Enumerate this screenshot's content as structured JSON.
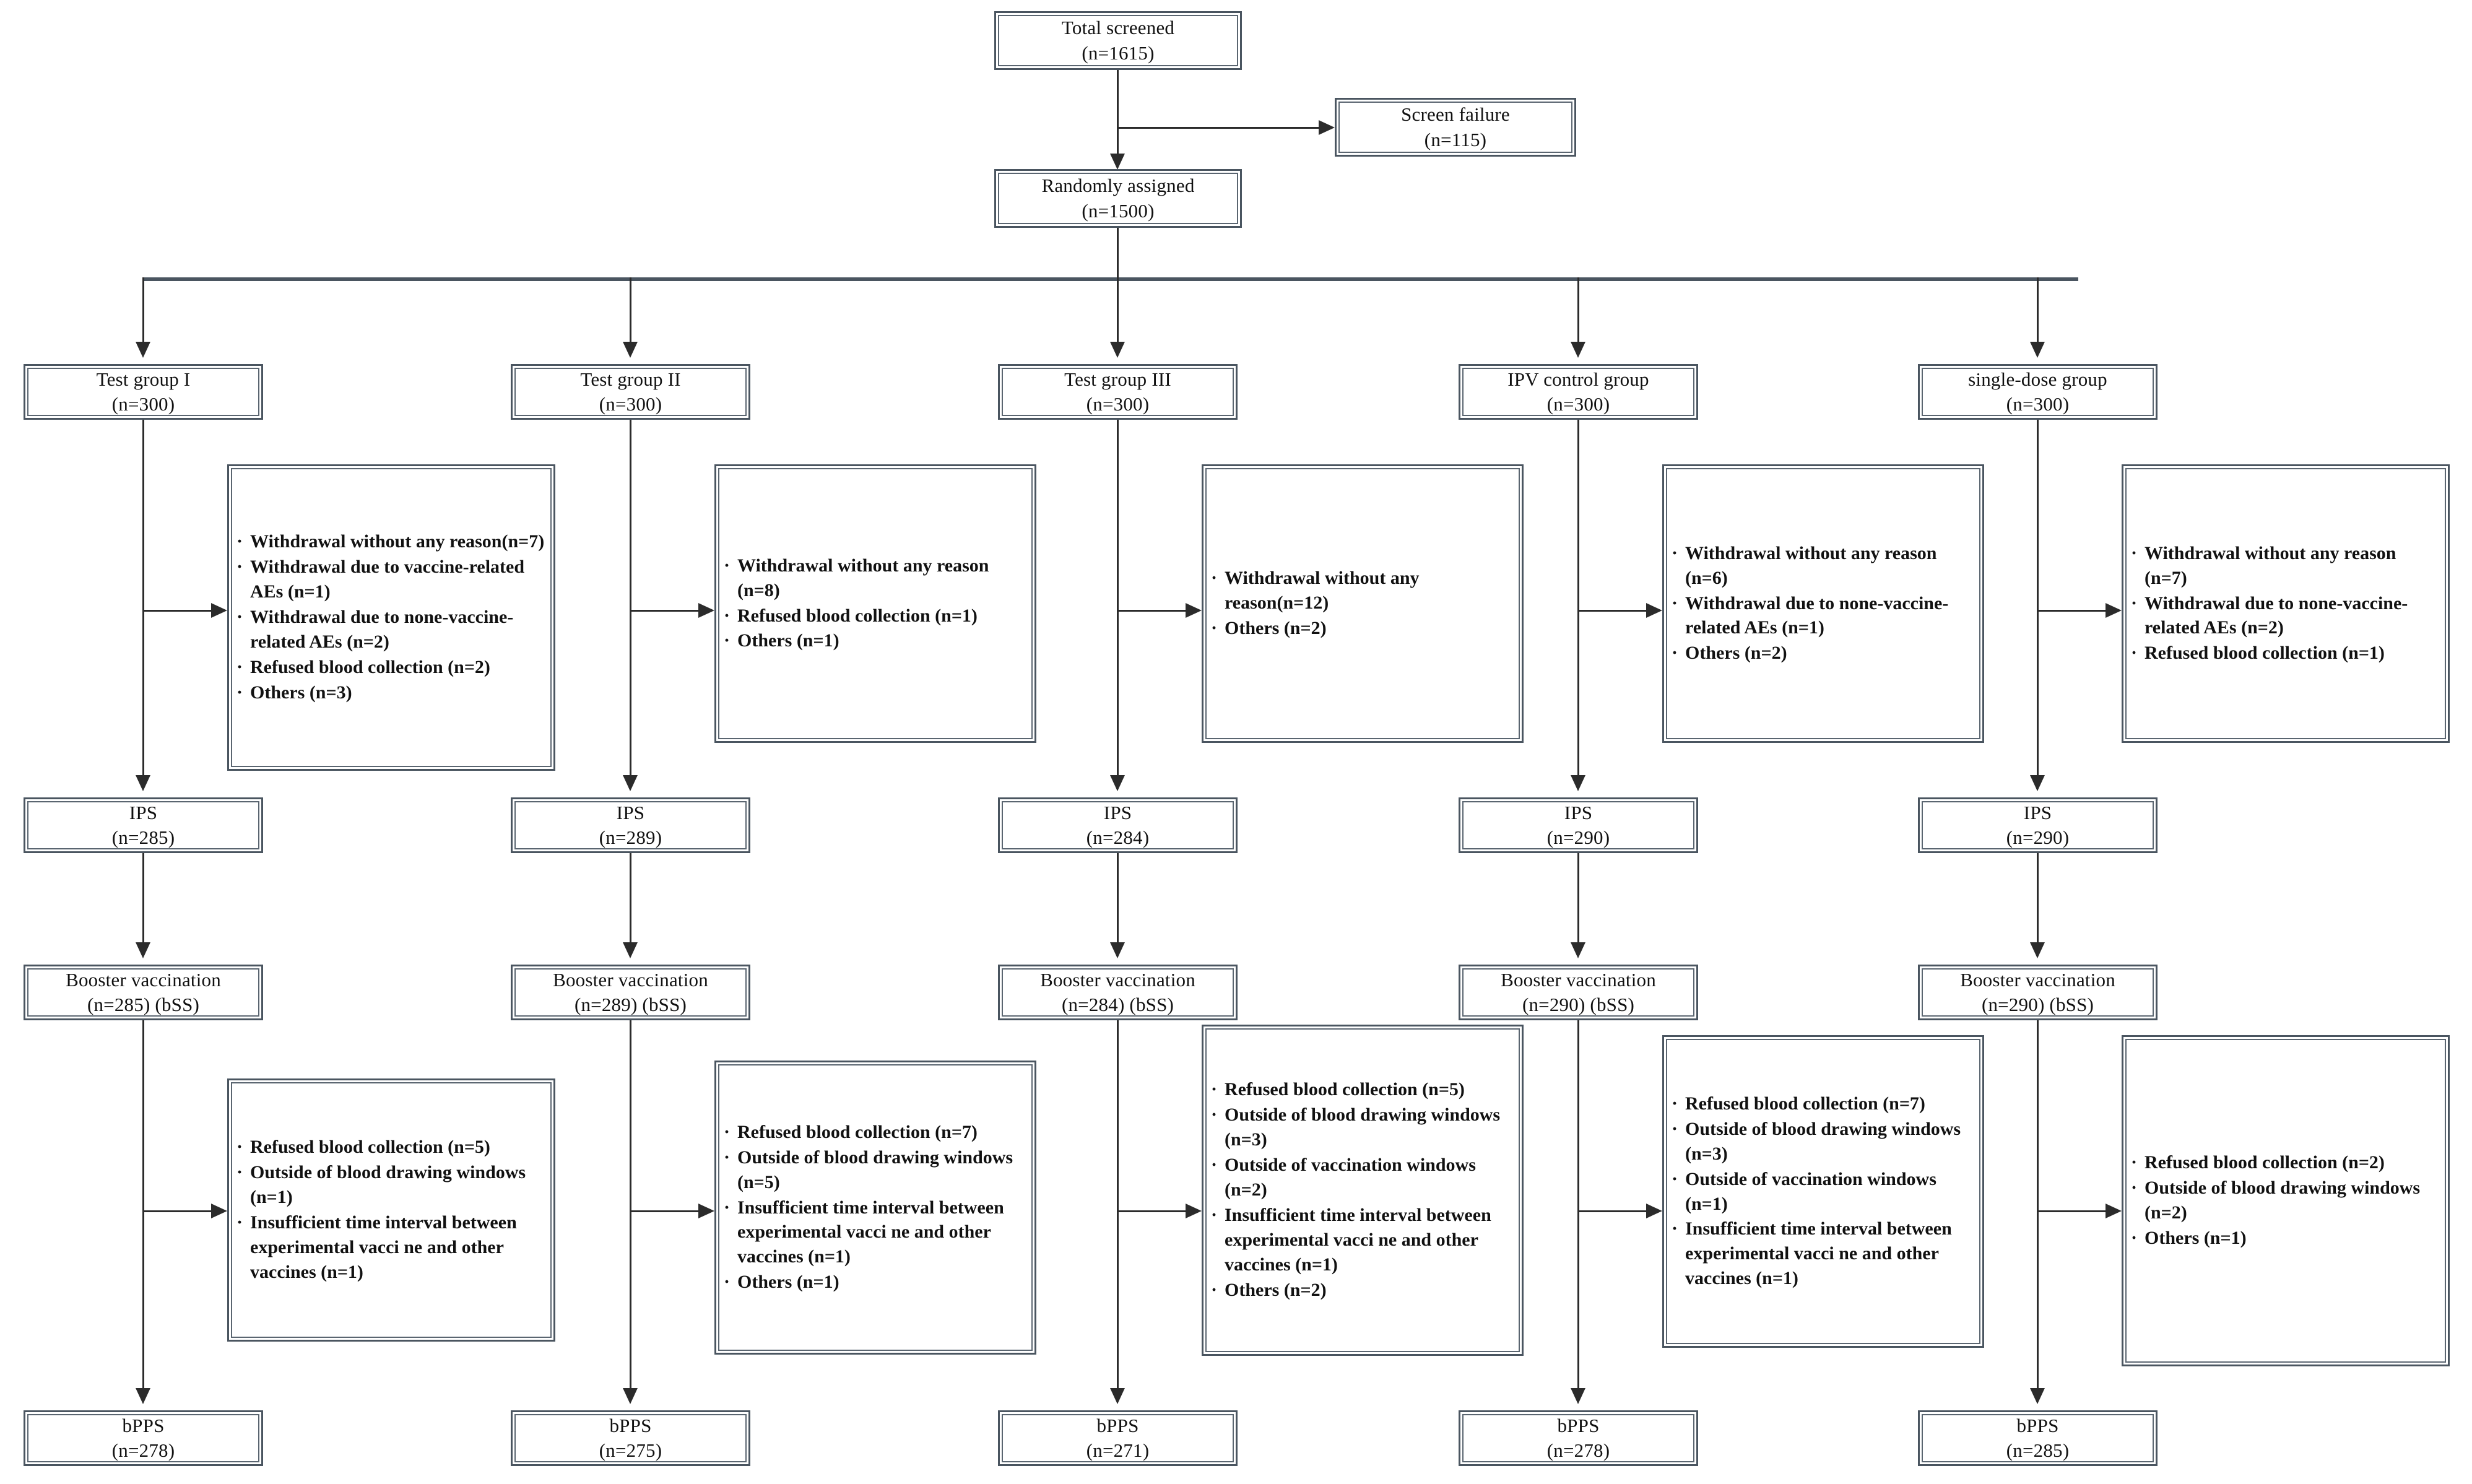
{
  "diagram": {
    "title": "Participant flow diagram",
    "type": "consort-flow-diagram",
    "colors": {
      "box_border": "#4a5560",
      "line": "#2b2b2b",
      "text": "#111111",
      "background": "#ffffff"
    }
  },
  "top": {
    "screened": {
      "label": "Total screened",
      "count": "(n=1615)"
    },
    "failure": {
      "label": "Screen failure",
      "count": "(n=115)"
    },
    "randomized": {
      "label": "Randomly assigned",
      "count": "(n=1500)"
    }
  },
  "arms": [
    {
      "group": {
        "label": "Test group I",
        "count": "(n=300)"
      },
      "ips": {
        "label": "IPS",
        "count": "(n=285)"
      },
      "booster": {
        "label": "Booster vaccination",
        "count": "(n=285) (bSS)"
      },
      "bpps": {
        "label": "bPPS",
        "count": "(n=278)"
      },
      "dropout1": [
        "Withdrawal without any reason(n=7)",
        "Withdrawal due to vaccine-related AEs (n=1)",
        "Withdrawal due to none-vaccine-related AEs (n=2)",
        "Refused blood collection (n=2)",
        "Others (n=3)"
      ],
      "dropout2": [
        "Refused blood collection (n=5)",
        "Outside of blood drawing windows (n=1)",
        "Insufficient time interval between experimental vacci ne and other vaccines (n=1)"
      ]
    },
    {
      "group": {
        "label": "Test group II",
        "count": "(n=300)"
      },
      "ips": {
        "label": "IPS",
        "count": "(n=289)"
      },
      "booster": {
        "label": "Booster vaccination",
        "count": "(n=289) (bSS)"
      },
      "bpps": {
        "label": "bPPS",
        "count": "(n=275)"
      },
      "dropout1": [
        "Withdrawal without any reason (n=8)",
        "Refused blood collection (n=1)",
        "Others (n=1)"
      ],
      "dropout2": [
        "Refused blood collection (n=7)",
        "Outside of blood drawing windows (n=5)",
        "Insufficient time interval between experimental vacci ne and other vaccines (n=1)",
        "Others (n=1)"
      ]
    },
    {
      "group": {
        "label": "Test group III",
        "count": "(n=300)"
      },
      "ips": {
        "label": "IPS",
        "count": "(n=284)"
      },
      "booster": {
        "label": "Booster vaccination",
        "count": "(n=284) (bSS)"
      },
      "bpps": {
        "label": "bPPS",
        "count": "(n=271)"
      },
      "dropout1": [
        "Withdrawal without any reason(n=12)",
        "Others (n=2)"
      ],
      "dropout2": [
        "Refused blood collection (n=5)",
        "Outside of blood drawing windows (n=3)",
        "Outside of vaccination windows (n=2)",
        "Insufficient time interval between experimental vacci ne and other vaccines (n=1)",
        "Others (n=2)"
      ]
    },
    {
      "group": {
        "label": "IPV control group",
        "count": "(n=300)"
      },
      "ips": {
        "label": "IPS",
        "count": "(n=290)"
      },
      "booster": {
        "label": "Booster vaccination",
        "count": "(n=290) (bSS)"
      },
      "bpps": {
        "label": "bPPS",
        "count": "(n=278)"
      },
      "dropout1": [
        "Withdrawal without any reason (n=6)",
        "Withdrawal due to none-vaccine-related AEs (n=1)",
        "Others (n=2)"
      ],
      "dropout2": [
        "Refused blood collection (n=7)",
        "Outside of blood drawing windows (n=3)",
        "Outside of vaccination windows (n=1)",
        "Insufficient time interval between experimental vacci ne and other vaccines (n=1)"
      ]
    },
    {
      "group": {
        "label": "single-dose group",
        "count": "(n=300)"
      },
      "ips": {
        "label": "IPS",
        "count": "(n=290)"
      },
      "booster": {
        "label": "Booster vaccination",
        "count": "(n=290) (bSS)"
      },
      "bpps": {
        "label": "bPPS",
        "count": "(n=285)"
      },
      "dropout1": [
        "Withdrawal without any reason (n=7)",
        "Withdrawal due to none-vaccine-related AEs (n=2)",
        "Refused blood collection (n=1)"
      ],
      "dropout2": [
        "Refused blood collection (n=2)",
        "Outside of blood drawing windows (n=2)",
        "Others (n=1)"
      ]
    }
  ]
}
